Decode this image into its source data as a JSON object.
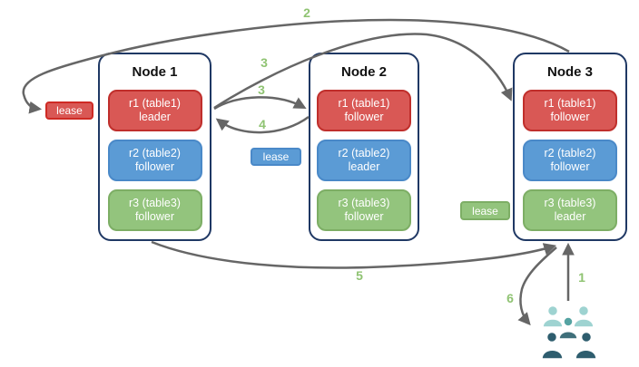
{
  "nodes": [
    {
      "title": "Node 1",
      "replicas": [
        {
          "name": "r1 (table1)",
          "role": "leader",
          "color": "red"
        },
        {
          "name": "r2 (table2)",
          "role": "follower",
          "color": "blue"
        },
        {
          "name": "r3 (table3)",
          "role": "follower",
          "color": "green"
        }
      ]
    },
    {
      "title": "Node 2",
      "replicas": [
        {
          "name": "r1 (table1)",
          "role": "follower",
          "color": "red"
        },
        {
          "name": "r2 (table2)",
          "role": "leader",
          "color": "blue"
        },
        {
          "name": "r3 (table3)",
          "role": "follower",
          "color": "green"
        }
      ]
    },
    {
      "title": "Node 3",
      "replicas": [
        {
          "name": "r1 (table1)",
          "role": "follower",
          "color": "red"
        },
        {
          "name": "r2 (table2)",
          "role": "follower",
          "color": "blue"
        },
        {
          "name": "r3 (table3)",
          "role": "leader",
          "color": "green"
        }
      ]
    }
  ],
  "leases": {
    "red": {
      "label": "lease"
    },
    "blue": {
      "label": "lease"
    },
    "green": {
      "label": "lease"
    }
  },
  "steps": {
    "s1": "1",
    "s2": "2",
    "s3a": "3",
    "s3b": "3",
    "s4": "4",
    "s5": "5",
    "s6": "6"
  },
  "icons": {
    "users": "users-group-icon"
  },
  "colors": {
    "red_fill": "#d95855",
    "red_border": "#c02f2c",
    "blue_fill": "#5b9bd5",
    "blue_border": "#4a89c8",
    "green_fill": "#93c47d",
    "green_border": "#7dae65",
    "node_border": "#1f3864",
    "arrow": "#666666",
    "step_label": "#8fc372",
    "people_light": "#9ed3d1",
    "people_mid": "#55a3a2",
    "people_mid_dark": "#3f6f7a",
    "people_dark": "#2e5d6e"
  }
}
